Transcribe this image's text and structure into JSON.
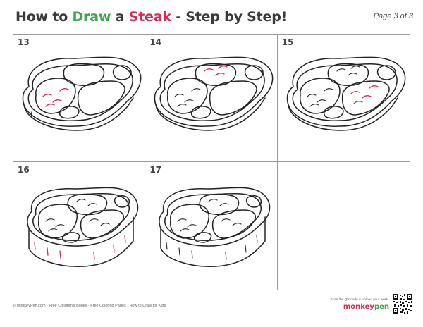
{
  "header": {
    "title_parts": [
      "How to ",
      "Draw",
      " a ",
      "Steak",
      " - Step by Step!"
    ],
    "page_label": "Page 3 of 3"
  },
  "colors": {
    "draw_word": "#3aa84a",
    "steak_word": "#e1264e",
    "highlight_red": "#e1264e"
  },
  "steps": [
    {
      "number": "13"
    },
    {
      "number": "14"
    },
    {
      "number": "15"
    },
    {
      "number": "16"
    },
    {
      "number": "17"
    }
  ],
  "footer": {
    "links": "© MonkeyPen.com  ·  Free Children's Books  ·  Free Coloring Pages  ·  How to Draw for Kids",
    "scan_text": "Scan the QR code & upload your work",
    "brand_a": "monkey",
    "brand_b": "pen"
  }
}
